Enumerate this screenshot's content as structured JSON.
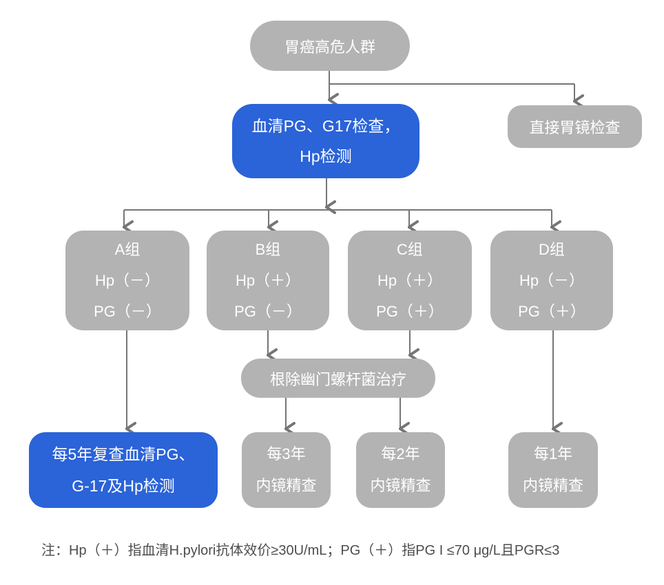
{
  "colors": {
    "accent_blue": "#2B63D8",
    "node_gray": "#B3B3B3",
    "arrow_gray": "#757575",
    "note_text": "#4D4D4D"
  },
  "flowchart": {
    "top": {
      "label": "胃癌高危人群"
    },
    "serology": {
      "lines": [
        "血清PG、G17检查，",
        "Hp检测"
      ]
    },
    "direct_gastroscopy": {
      "label": "直接胃镜检查"
    },
    "groups": {
      "a": {
        "lines": [
          "A组",
          "Hp（－）",
          "PG（－）"
        ]
      },
      "b": {
        "lines": [
          "B组",
          "Hp（＋）",
          "PG（－）"
        ]
      },
      "c": {
        "lines": [
          "C组",
          "Hp（＋）",
          "PG（＋）"
        ]
      },
      "d": {
        "lines": [
          "D组",
          "Hp（－）",
          "PG（＋）"
        ]
      }
    },
    "eradication": {
      "label": "根除幽门螺杆菌治疗"
    },
    "followup": {
      "a": {
        "lines": [
          "每5年复查血清PG、",
          "G-17及Hp检测"
        ]
      },
      "b": {
        "lines": [
          "每3年",
          "内镜精查"
        ]
      },
      "c": {
        "lines": [
          "每2年",
          "内镜精查"
        ]
      },
      "d": {
        "lines": [
          "每1年",
          "内镜精查"
        ]
      }
    },
    "note": "注：Hp（＋）指血清H.pylori抗体效价≥30U/mL；PG（＋）指PG I ≤70 μg/L且PGR≤3"
  }
}
